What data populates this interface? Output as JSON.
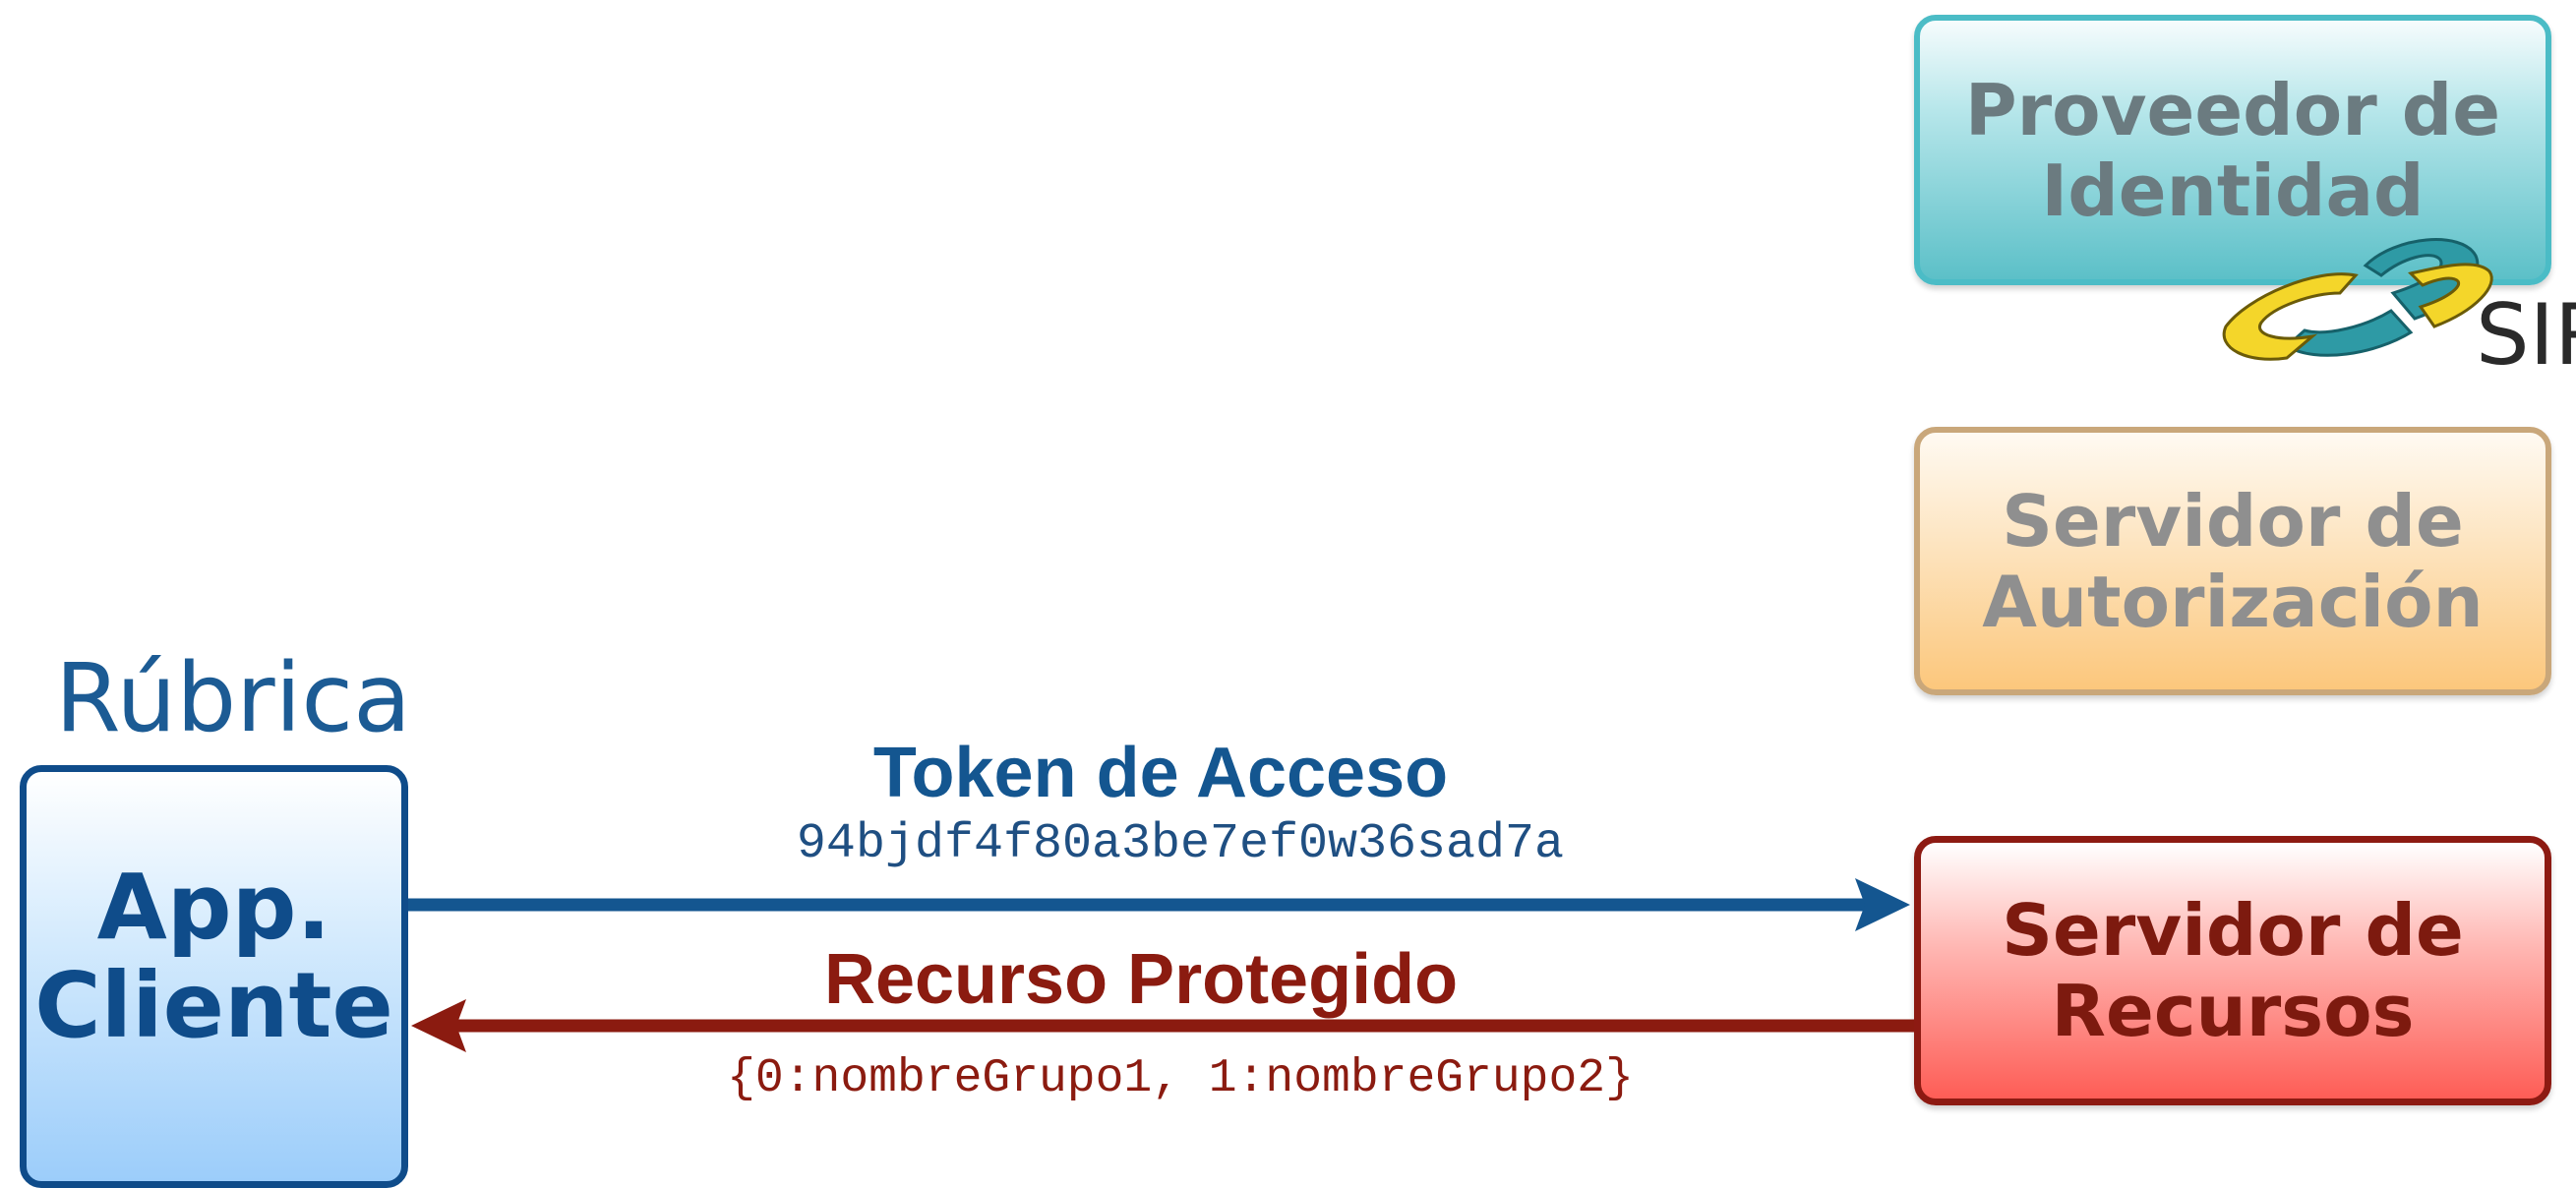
{
  "identity_provider": {
    "line1": "Proveedor de",
    "line2": "Identidad",
    "logo_text": "SIR"
  },
  "authorization_server": {
    "line1": "Servidor de",
    "line2": "Autorización"
  },
  "resource_server": {
    "line1": "Servidor de",
    "line2": "Recursos"
  },
  "client": {
    "name": "Rúbrica",
    "line1": "App.",
    "line2": "Cliente"
  },
  "token_flow": {
    "label": "Token de Acceso",
    "value": "94bjdf4f80a3be7ef0w36sad7a",
    "color": "#145690"
  },
  "resource_flow": {
    "label": "Recurso Protegido",
    "value": "{0:nombreGrupo1, 1:nombreGrupo2}",
    "color": "#8b1b10"
  }
}
